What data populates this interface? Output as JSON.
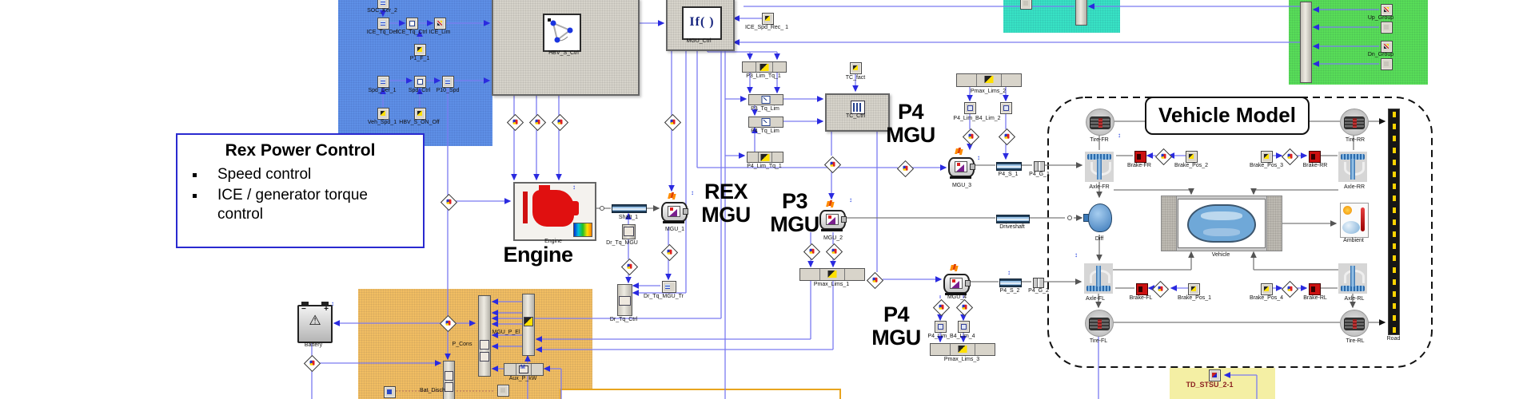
{
  "texts": {
    "if_inner": "If( )",
    "engine_big": "Engine",
    "rex_l1": "REX",
    "rex_l2": "MGU",
    "p3_l1": "P3",
    "p3_l2": "MGU",
    "p4_upper_l1": "P4",
    "p4_upper_l2": "MGU",
    "p4_lower_l1": "P4",
    "p4_lower_l2": "MGU",
    "vehicle_model_title": "Vehicle Model",
    "rex_note_title": "Rex Power Control",
    "rex_note_b1": "Speed control",
    "rex_note_b2": "ICE / generator torque control"
  },
  "nodes": {
    "soc_ker_2": "SOC_Ker_2",
    "ice_tq_def": "ICE_Tq_Def",
    "ice_tq_ctrl": "ICE_Tq_Ctrl",
    "ice_lim": "ICE_Lim",
    "p1_f_1": "P1_F_1",
    "spd_def_1": "Spd_Def_1",
    "spd_ctrl": "Spd_Ctrl",
    "p10_spd": "P10_Spd",
    "veh_spd_1": "Veh_Spd_1",
    "hbv_s_on_off": "HBV_S_ON_Off",
    "hbv_s_ctrl": "HBV_S_Ctrl",
    "mgu_ctrl": "MGU_Ctrl",
    "ice_spd_rec": "ICE_Spd_Rec_ 1",
    "tc_fact": "TC_fact",
    "p3_lim_tq_1": "P3_Lim_Tq_1",
    "p3_tq_lim": "P3_Tq_Lim",
    "p4_tq_lim": "P4_Tq_Lim",
    "p4_lim_tq_1": "P4_Lim_Tq_1",
    "tc_ctrl": "TC_Ctrl",
    "pmax_lims_2": "Pmax_Lims_2",
    "p4_lim_b4_lim_2": "P4_Lim_B4_Lim_2",
    "mgu_3": "MGU_3",
    "p4_s_1": "P4_S_1",
    "p4_g_1": "P4_G_1",
    "engine": "Engine",
    "shaft_1": "Shaft_1",
    "mgu_1": "MGU_1",
    "dr_tq_mgu": "Dr_Tq_MGU",
    "dr_tq_mgu_tr": "Dr_Tq_MGU_Tr",
    "dr_tq_ctrl": "Dr_Tq_Ctrl",
    "mgu_2": "MGU_2",
    "pmax_lims_1": "Pmax_Lims_1",
    "driveshaft": "Driveshaft",
    "mgu_4": "MGU_4",
    "p4_s_2": "P4_S_2",
    "p4_g_2": "P4_G_2",
    "p4_lim_b4_lim_4": "P4_Lim_B4_Lim_4",
    "pmax_lims_3": "Pmax_Lims_3",
    "battery": "Battery",
    "p_cons": "P_Cons",
    "mgu_p_el": "MGU_P_El",
    "aux_p_kw": "Aux_P_kW",
    "bat_disch": "Bat_Disch",
    "up_group": "Up_Group",
    "dn_group": "Dn_Group",
    "td_stsu": "TD_STSU_2-1",
    "tire_fr": "Tire-FR",
    "tire_rr": "Tire-RR",
    "tire_fl": "Tire-FL",
    "tire_rl": "Tire-RL",
    "axle_fr": "Axle-FR",
    "axle_rr": "Axle-RR",
    "axle_fl": "Axle-FL",
    "axle_rl": "Axle-RL",
    "brake_fr": "Brake-FR",
    "brake_rr": "Brake-RR",
    "brake_fl": "Brake-FL",
    "brake_rl": "Brake-RL",
    "brake_pos_1": "Brake_Pos_1",
    "brake_pos_2": "Brake_Pos_2",
    "brake_pos_3": "Brake_Pos_3",
    "brake_pos_4": "Brake_Pos_4",
    "diff": "Diff",
    "vehicle": "Vehicle",
    "ambient": "Ambient",
    "road": "Road"
  },
  "colors": {
    "panel_blue": "#5e8fe6",
    "panel_cyan": "#38e2c4",
    "panel_green": "#58dd58",
    "panel_orange": "#f1bd62",
    "panel_yellow": "#f4efa4",
    "wire_blue": "#7b7bf0",
    "engine_red": "#e01010",
    "brake_red": "#cc1111",
    "note_border_blue": "#2a2ad0"
  }
}
